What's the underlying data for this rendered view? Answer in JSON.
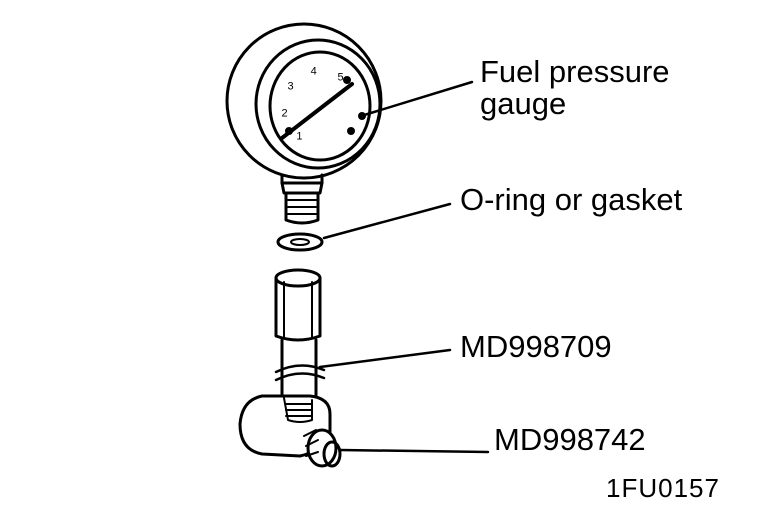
{
  "labels": {
    "gauge_line1": "Fuel pressure",
    "gauge_line2": "gauge",
    "oring": "O-ring or gasket",
    "adapter": "MD998709",
    "hose_adapter": "MD998742",
    "figure_code": "1FU0157"
  },
  "gauge": {
    "dial_numbers": [
      "1",
      "2",
      "3",
      "4",
      "5"
    ]
  },
  "colors": {
    "ink": "#000000",
    "paper": "#ffffff"
  }
}
